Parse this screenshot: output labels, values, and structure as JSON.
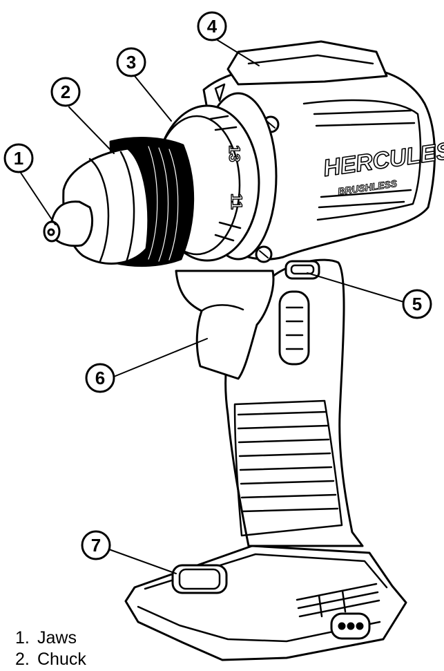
{
  "brand": {
    "logo": "HERCULES",
    "sub": "BRUSHLESS"
  },
  "chuck_markings": [
    "13",
    "11"
  ],
  "callouts": [
    "1",
    "2",
    "3",
    "4",
    "5",
    "6",
    "7"
  ],
  "legend": [
    {
      "num": "1.",
      "label": "Jaws"
    },
    {
      "num": "2.",
      "label": "Chuck"
    }
  ]
}
